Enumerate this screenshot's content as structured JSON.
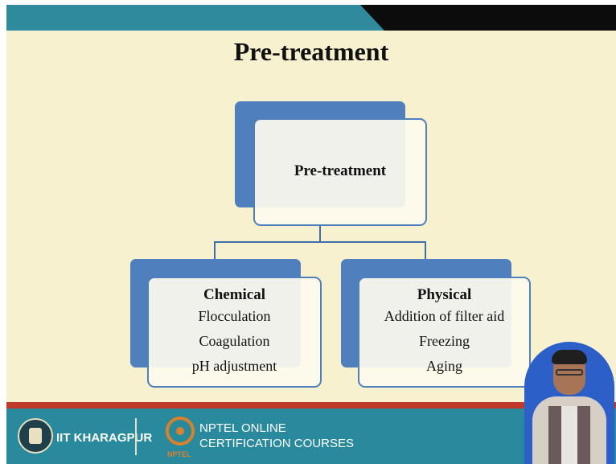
{
  "slide": {
    "title": "Pre-treatment",
    "root": {
      "label": "Pre-treatment"
    },
    "children": [
      {
        "title": "Chemical",
        "items": [
          "Flocculation",
          "Coagulation",
          "pH adjustment"
        ]
      },
      {
        "title": "Physical",
        "items": [
          "Addition of filter aid",
          "Freezing",
          "Aging"
        ]
      }
    ]
  },
  "footer": {
    "institute": "IIT KHARAGPUR",
    "nptel_line1": "NPTEL ONLINE",
    "nptel_line2": "CERTIFICATION COURSES",
    "nptel_logo_text": "NPTEL"
  },
  "colors": {
    "slide_bg": "#f7f1cf",
    "box_blue": "#4f7fbd",
    "footer": "#2a8a9d",
    "footer_line": "#c0392b"
  }
}
